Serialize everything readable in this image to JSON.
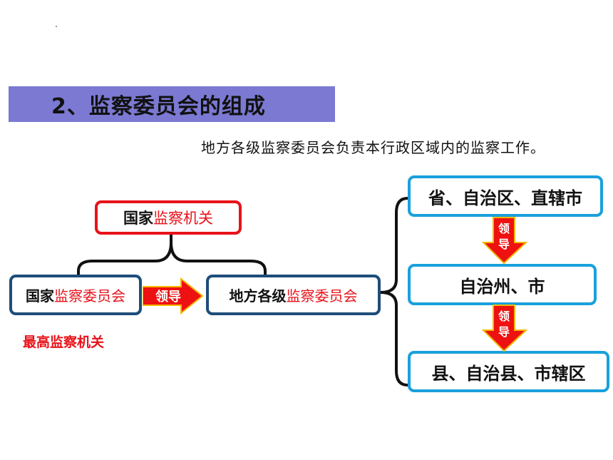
{
  "title": "2、监察委员会的组成",
  "description": "地方各级监察委员会负责本行政区域内的监察工作。",
  "national_organ": {
    "prefix": "国家",
    "highlight": "监察机关"
  },
  "national_committee": {
    "prefix": "国家",
    "highlight": "监察委员会"
  },
  "lead_label": "领导",
  "local_committee": {
    "prefix": "地方各级",
    "highlight": "监察委员会"
  },
  "note": "最高监察机关",
  "levels": [
    "省、自治区、直辖市",
    "自治州、市",
    "县、自治县、市辖区"
  ],
  "lead_vertical_1": [
    "领",
    "导"
  ],
  "lead_vertical_2": [
    "领",
    "导"
  ],
  "colors": {
    "title_bg": "#7b79d2",
    "red": "#e8121a",
    "cyan": "#1aa0dc",
    "navy": "#1e4d7a",
    "arrow": "#ee1111",
    "arrow_edge": "#f2b800"
  }
}
